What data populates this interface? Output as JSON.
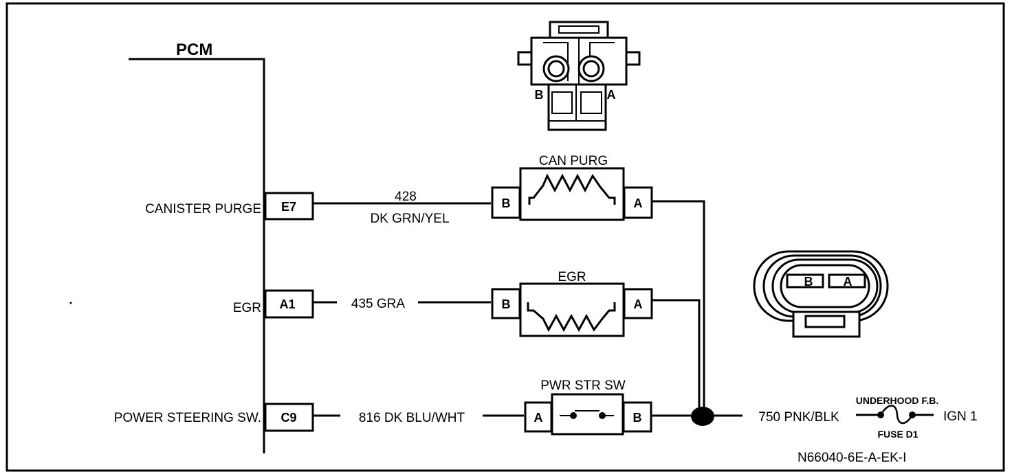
{
  "module": {
    "name": "PCM"
  },
  "circuits": [
    {
      "id": "canister-purge",
      "pcm_label": "CANISTER PURGE",
      "pcm_pin": "E7",
      "wire_number": "428",
      "wire_color": "DK GRN/YEL",
      "component": "CAN PURG",
      "pin_in": "B",
      "pin_out": "A"
    },
    {
      "id": "egr",
      "pcm_label": "EGR",
      "pcm_pin": "A1",
      "wire": "435 GRA",
      "component": "EGR",
      "pin_in": "B",
      "pin_out": "A"
    },
    {
      "id": "power-steering",
      "pcm_label": "POWER STEERING SW.",
      "pcm_pin": "C9",
      "wire": "816 DK BLU/WHT",
      "component": "PWR STR SW",
      "pin_in": "A",
      "pin_out": "B"
    }
  ],
  "power": {
    "wire": "750 PNK/BLK",
    "fuse_location": "UNDERHOOD F.B.",
    "fuse": "FUSE D1",
    "source": "IGN 1"
  },
  "connector_top": {
    "pin_left": "B",
    "pin_right": "A"
  },
  "connector_right": {
    "pin_left": "B",
    "pin_right": "A"
  },
  "diagram_code": "N66040-6E-A-EK-I"
}
